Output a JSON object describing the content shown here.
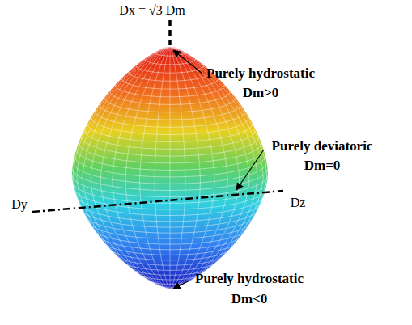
{
  "diagram": {
    "labels": [
      "Dx = √3 Dm",
      "Purely hydrostatic",
      "Dm>0",
      "Purely deviatoric",
      "Dm=0",
      "Purely hydrostatic",
      "Dm<0",
      "Dy",
      "Dz"
    ]
  }
}
